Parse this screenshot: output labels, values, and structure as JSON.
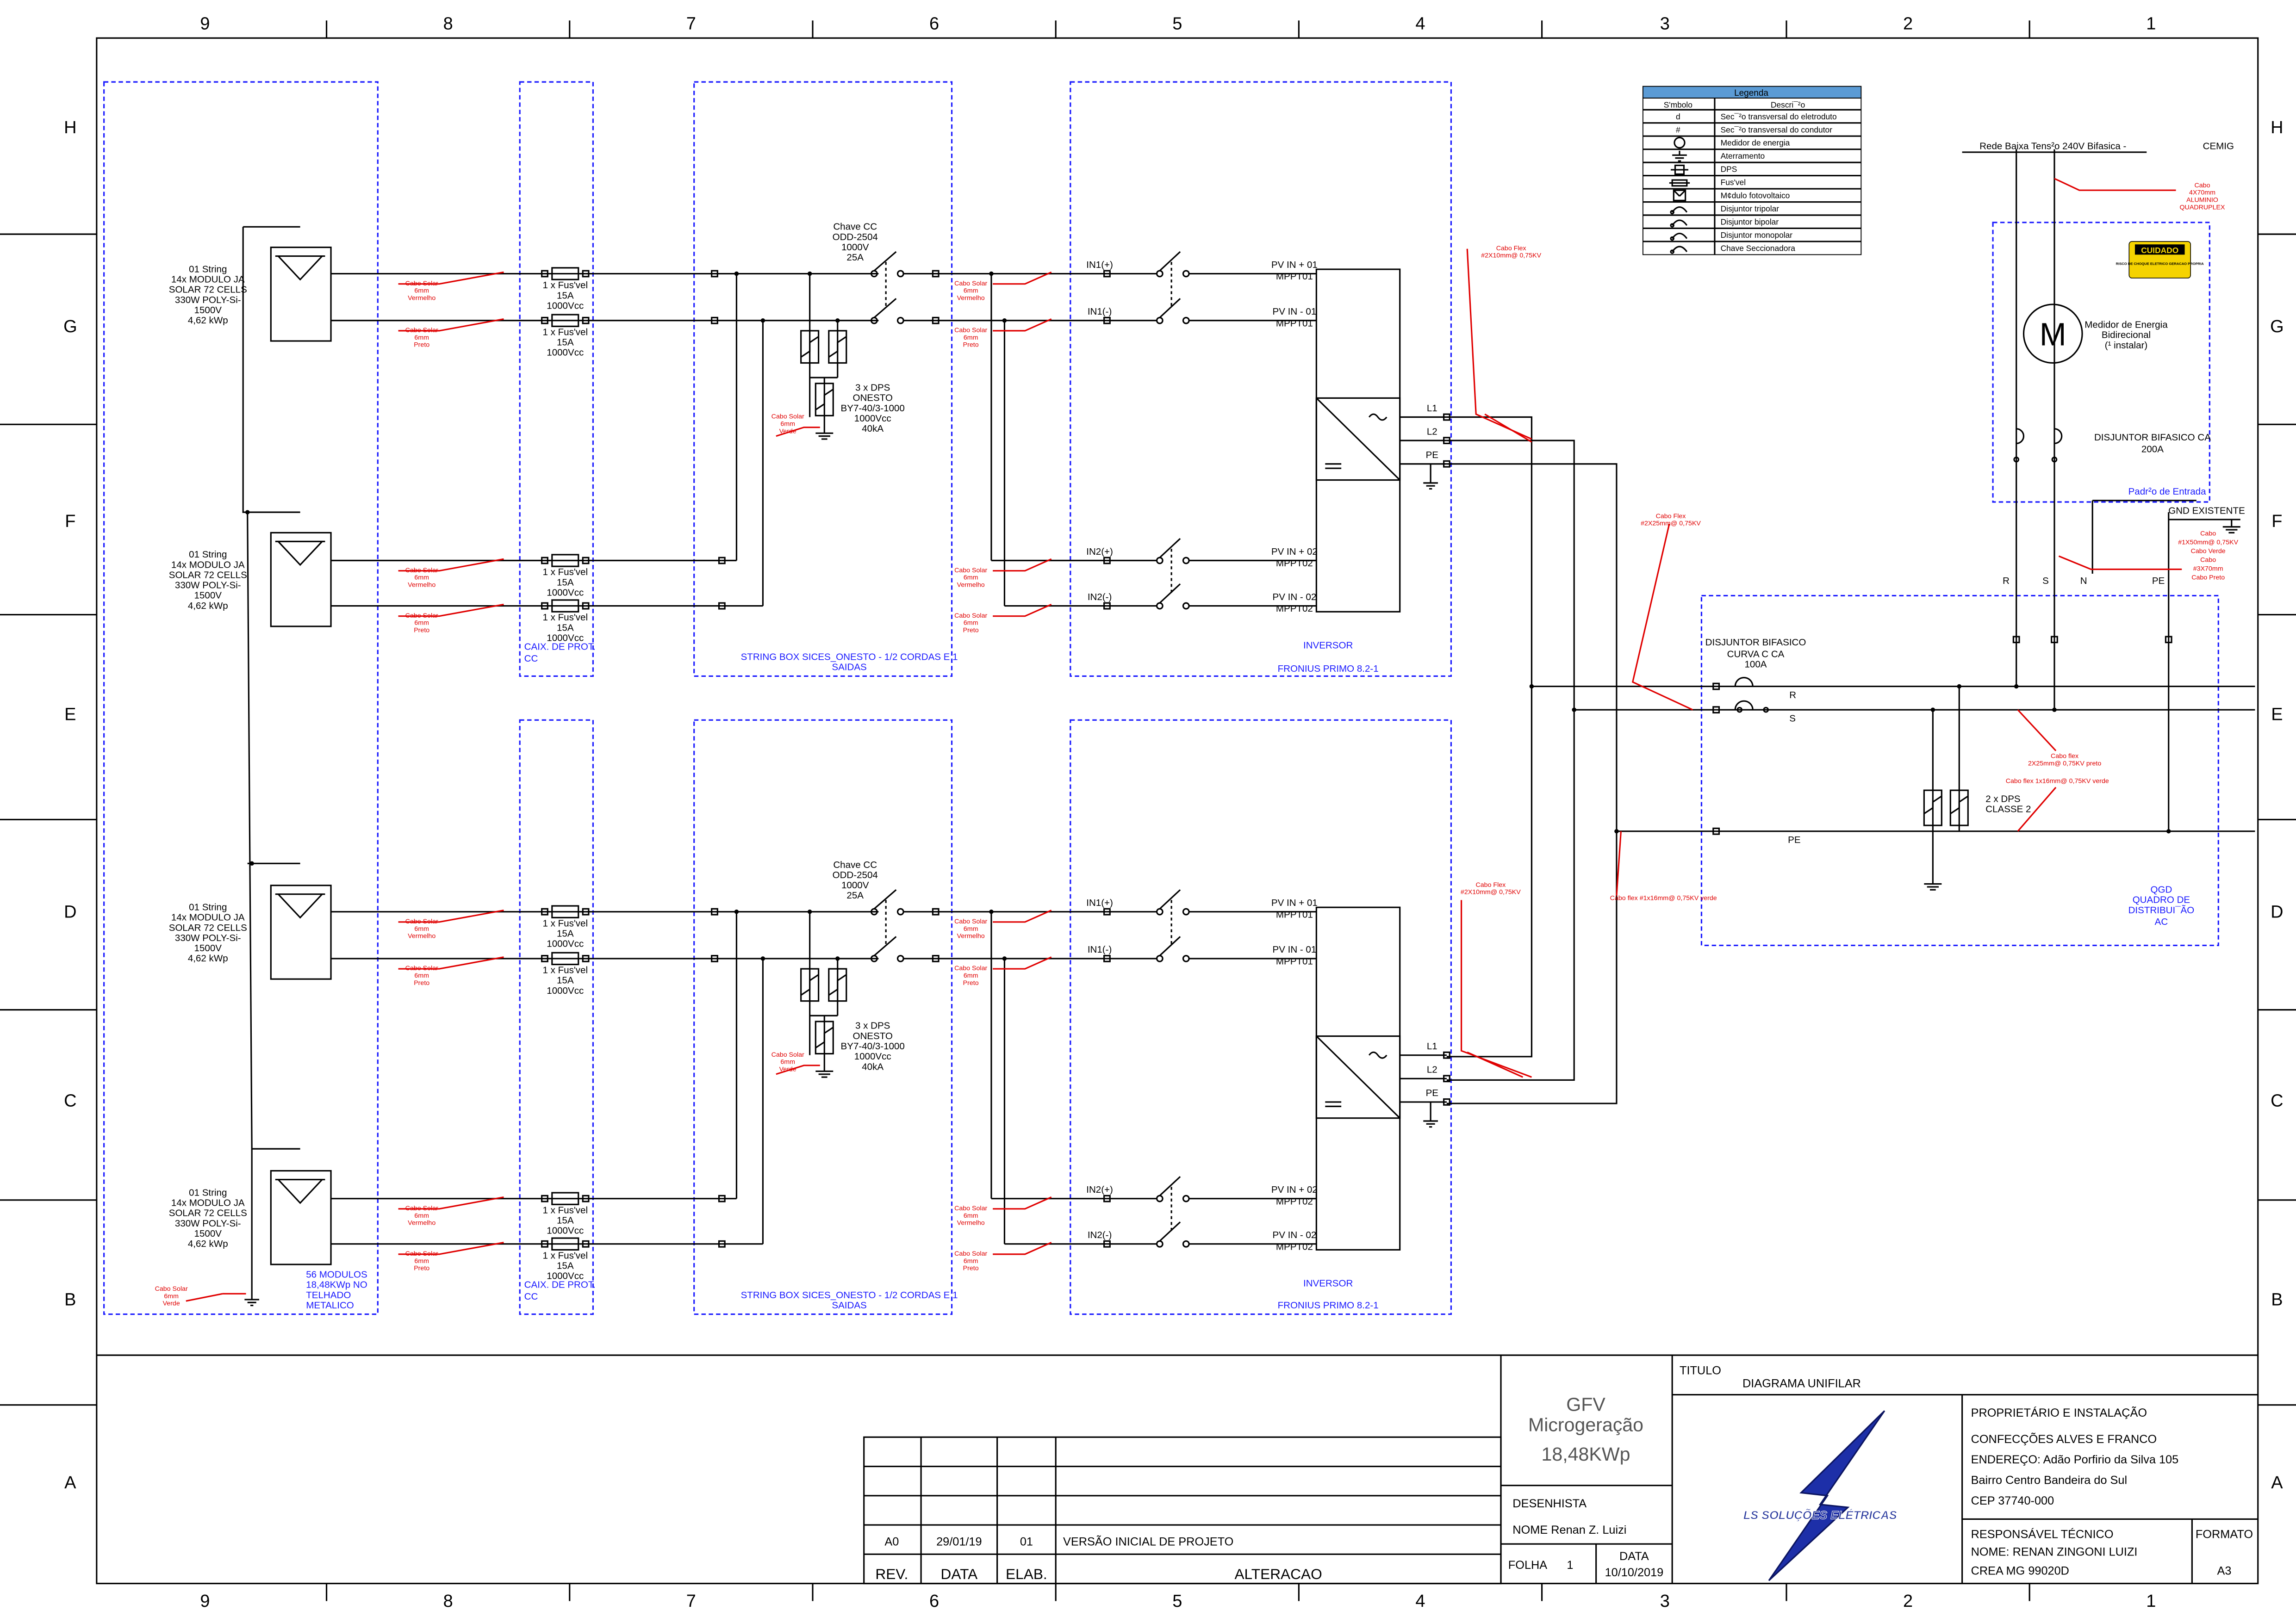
{
  "grid": {
    "cols": [
      "9",
      "8",
      "7",
      "6",
      "5",
      "4",
      "3",
      "2",
      "1"
    ],
    "rows": [
      "H",
      "G",
      "F",
      "E",
      "D",
      "C",
      "B",
      "A"
    ]
  },
  "legend": {
    "title": "Legenda",
    "head_symbol": "S'mbolo",
    "head_desc": "Descri¯²o",
    "items": [
      {
        "sym": "d",
        "desc": "Sec¯²o transversal do eletroduto"
      },
      {
        "sym": "#",
        "desc": "Sec¯²o transversal do condutor"
      },
      {
        "sym": "meter",
        "desc": "Medidor de energia"
      },
      {
        "sym": "ground",
        "desc": "Aterramento"
      },
      {
        "sym": "dps",
        "desc": "DPS"
      },
      {
        "sym": "fuse",
        "desc": "Fus'vel"
      },
      {
        "sym": "pv",
        "desc": "M¢dulo fotovoltaico"
      },
      {
        "sym": "breaker3",
        "desc": "Disjuntor tripolar"
      },
      {
        "sym": "breaker2",
        "desc": "Disjuntor bipolar"
      },
      {
        "sym": "breaker1",
        "desc": "Disjuntor monopolar"
      },
      {
        "sym": "switch",
        "desc": "Chave Seccionadora"
      }
    ]
  },
  "strings": [
    {
      "l1": "01 String",
      "l2": "14x MODULO JA",
      "l3": "SOLAR 72 CELLS",
      "l4": "330W POLY-Si-",
      "l5": "1500V",
      "l6": "4,62 kWp"
    },
    {
      "l1": "01 String",
      "l2": "14x MODULO JA",
      "l3": "SOLAR 72 CELLS",
      "l4": "330W POLY-Si-",
      "l5": "1500V",
      "l6": "4,62 kWp"
    },
    {
      "l1": "01 String",
      "l2": "14x MODULO JA",
      "l3": "SOLAR 72 CELLS",
      "l4": "330W POLY-Si-",
      "l5": "1500V",
      "l6": "4,62 kWp"
    },
    {
      "l1": "01 String",
      "l2": "14x MODULO JA",
      "l3": "SOLAR 72 CELLS",
      "l4": "330W POLY-Si-",
      "l5": "1500V",
      "l6": "4,62 kWp"
    }
  ],
  "modules_note": {
    "l1": "56 MODULOS",
    "l2": "18,48KWp NO",
    "l3": "TELHADO",
    "l4": "METALICO"
  },
  "cable": {
    "red_l1": "Cabo Solar",
    "red_l2": "6mm",
    "red_l3": "Vermelho",
    "blk_l1": "Cabo Solar",
    "blk_l2": "6mm",
    "blk_l3": "Preto",
    "grn_l1": "Cabo Solar",
    "grn_l2": "6mm",
    "grn_l3": "Verde"
  },
  "fuse": {
    "l1": "1 x Fus'vel",
    "l2": "15A",
    "l3": "1000Vcc"
  },
  "caixa_prot": {
    "l1": "CAIX. DE PROT.",
    "l2": "CC"
  },
  "stringbox": {
    "l1": "STRING BOX SICES_ONESTO - 1/2 CORDAS E 1",
    "l2": "SAIDAS"
  },
  "chave_cc": {
    "l1": "Chave CC",
    "l2": "ODD-2504",
    "l3": "1000V",
    "l4": "25A"
  },
  "dps_cc": {
    "l1": "3 x DPS",
    "l2": "ONESTO",
    "l3": "BY7-40/3-1000",
    "l4": "1000Vcc",
    "l5": "40kA"
  },
  "inverter": {
    "in1p": "IN1(+)",
    "in1n": "IN1(-)",
    "in2p": "IN2(+)",
    "in2n": "IN2(-)",
    "pv1p_a": "PV IN + 01",
    "pv1p_b": "MPPT01",
    "pv1n_a": "PV IN - 01",
    "pv1n_b": "MPPT01",
    "pv2p_a": "PV IN + 02",
    "pv2p_b": "MPPT02",
    "pv2n_a": "PV IN - 02",
    "pv2n_b": "MPPT02",
    "l1": "L1",
    "l2": "L2",
    "pe": "PE",
    "title": "INVERSOR",
    "model": "FRONIUS PRIMO 8.2-1"
  },
  "cabo_flex_inv": {
    "l1": "Cabo Flex",
    "l2": "#2X10mm@ 0,75KV"
  },
  "cabo_flex_bus": {
    "l1": "Cabo Flex",
    "l2": "#2X25mm@ 0,75KV"
  },
  "cabo_flex_pe": "Cabo flex #1x16mm@ 0,75KV verde",
  "padrao": {
    "rede": "Rede Baixa Tens²o 240V Bifasica -",
    "cemig": "CEMIG",
    "cabo_l1": "Cabo",
    "cabo_l2": "4X70mm",
    "cabo_l3": "ALUMINIO",
    "cabo_l4": "QUADRUPLEX",
    "cuidado": "CUIDADO",
    "cuidado_sub": "RISCO DE CHOQUE ELETRICO GERACAO PROPRIA",
    "meter_letter": "M",
    "meter_l1": "Medidor de Energia",
    "meter_l2": "Bidirecional",
    "meter_l3": "(¹ instalar)",
    "disj_l1": "DISJUNTOR BIFASICO CA",
    "disj_l2": "200A",
    "label": "Padr²o de Entrada"
  },
  "gnd": {
    "title": "GND EXISTENTE",
    "c1_l1": "Cabo",
    "c1_l2": "#1X50mm@ 0,75KV",
    "c1_l3": "Cabo Verde",
    "c2_l1": "Cabo",
    "c2_l2": "#3X70mm",
    "c2_l3": "Cabo Preto"
  },
  "phases": {
    "r": "R",
    "s": "S",
    "n": "N",
    "pe": "PE"
  },
  "qgd": {
    "disj_l1": "DISJUNTOR BIFASICO",
    "disj_l2": "CURVA C CA",
    "disj_l3": "100A",
    "r": "R",
    "s": "S",
    "pe": "PE",
    "flex1_l1": "Cabo flex",
    "flex1_l2": "2X25mm@ 0,75KV preto",
    "flex2": "Cabo flex 1x16mm@ 0,75KV verde",
    "dps_l1": "2 x DPS",
    "dps_l2": "CLASSE 2",
    "t1": "QGD",
    "t2": "QUADRO DE",
    "t3": "DISTRIBUI¯ÃO",
    "t4": "AC"
  },
  "title_block": {
    "gfv": "GFV",
    "micro": "Microgeração",
    "power": "18,48KWp",
    "titulo": "TITULO",
    "diagrama": "DIAGRAMA UNIFILAR",
    "desenhista": "DESENHISTA",
    "nome": "NOME Renan Z. Luizi",
    "folha": "FOLHA",
    "folha_n": "1",
    "data_label": "DATA",
    "data": "10/10/2019",
    "rev": "REV.",
    "data_col": "DATA",
    "elab": "ELAB.",
    "alteracao": "ALTERACAO",
    "rev_a0": "A0",
    "rev_date": "29/01/19",
    "rev_elab": "01",
    "rev_desc": "VERSÃO INICIAL DE PROJETO",
    "prop_title": "PROPRIETÁRIO E INSTALAÇÃO",
    "prop_l1": "CONFECÇÕES ALVES E FRANCO",
    "prop_l2": "ENDEREÇO: Adão Porfirio da Silva 105",
    "prop_l3": "Bairro Centro Bandeira do Sul",
    "prop_l4": "CEP 37740-000",
    "resp": "RESPONSÁVEL TÉCNICO",
    "resp_nome": "NOME: RENAN ZINGONI LUIZI",
    "crea": "CREA    MG 99020D",
    "formato": "FORMATO",
    "formato_v": "A3",
    "logo_text": "LS SOLUÇÕES ELÉTRICAS"
  },
  "colors": {
    "line": "#000000",
    "annotation": "#e00000",
    "box": "#1a1aff",
    "legend_head": "#5b9bd5",
    "cuidado": "#f5d300"
  }
}
